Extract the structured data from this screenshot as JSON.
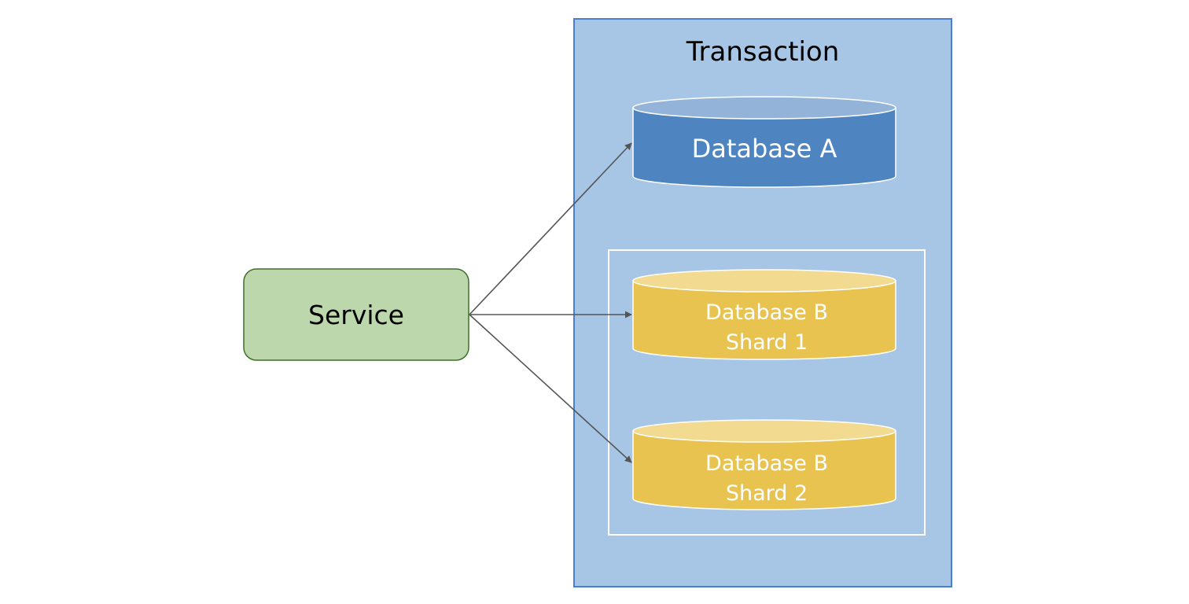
{
  "colors": {
    "transaction_fill": "#a7c5e4",
    "transaction_stroke": "#4a7fd0",
    "service_fill": "#bcd7ab",
    "service_stroke": "#3f6f2a",
    "database_a_fill": "#4e84c0",
    "database_a_top": "#93b4d8",
    "database_b_fill": "#e8c34f",
    "database_b_top": "#f2da90",
    "shard_group_stroke": "#ffffff",
    "arrow": "#555555"
  },
  "transaction": {
    "title": "Transaction"
  },
  "service": {
    "label": "Service"
  },
  "databases": {
    "a": {
      "label": "Database A"
    },
    "b1": {
      "line1": "Database B",
      "line2": "Shard 1"
    },
    "b2": {
      "line1": "Database B",
      "line2": "Shard 2"
    }
  },
  "connections": [
    {
      "from": "service",
      "to": "database-a"
    },
    {
      "from": "service",
      "to": "database-b-shard-1"
    },
    {
      "from": "service",
      "to": "database-b-shard-2"
    }
  ]
}
